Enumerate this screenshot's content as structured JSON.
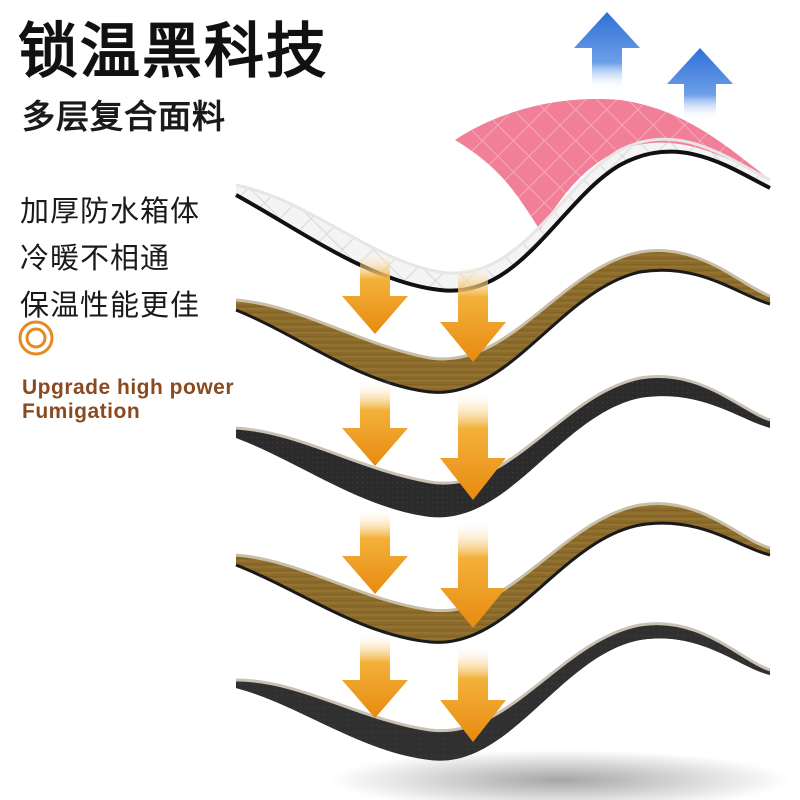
{
  "title": "锁温黑科技",
  "subtitle": "多层复合面料",
  "features": [
    "加厚防水箱体",
    "冷暖不相通",
    "保温性能更佳"
  ],
  "tagline": {
    "line1": "Upgrade high power",
    "line2": "Fumigation"
  },
  "icons": {
    "badge": "concentric-rings-icon",
    "up_arrow": "up-arrow-icon",
    "down_arrow": "down-arrow-icon"
  },
  "colors": {
    "text": "#111111",
    "tagline": "#8a4a20",
    "accent_orange": "#e58a1f",
    "up_arrow_blue": "#2f72d6",
    "pink_layer": "#f07f97",
    "white_layer": "#f4f4f4",
    "khaki_layer": "#8b6a2b",
    "black_layer": "#2b2b2b",
    "mesh_layer": "#3a3a3a"
  },
  "layers": [
    {
      "name": "pink-white-quilted-layer"
    },
    {
      "name": "khaki-foil-layer"
    },
    {
      "name": "black-fabric-layer"
    },
    {
      "name": "khaki-foil-layer-2"
    },
    {
      "name": "mesh-base-layer"
    }
  ]
}
